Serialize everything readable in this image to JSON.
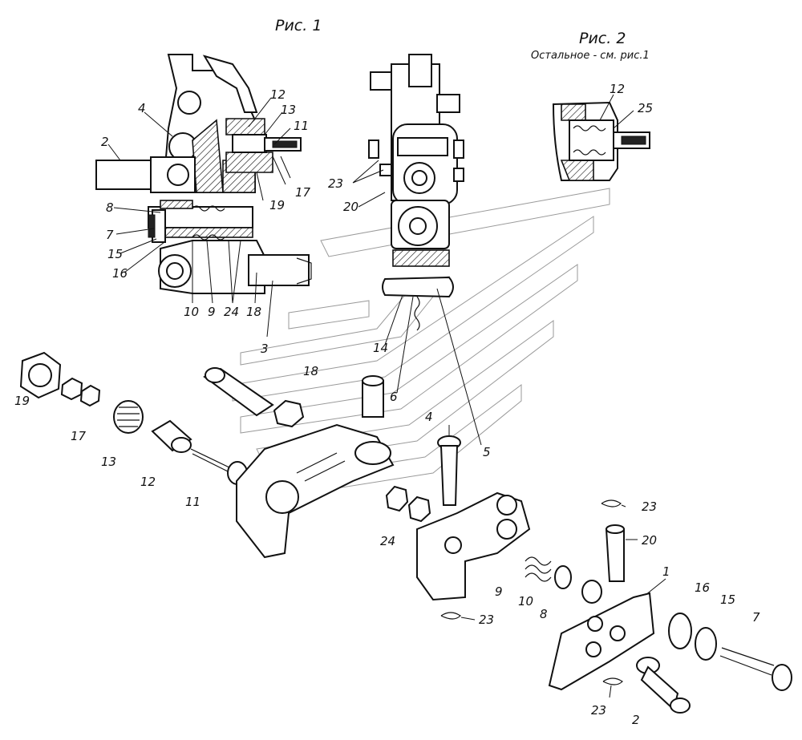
{
  "figures": {
    "fig1": {
      "title": "Рис. 1"
    },
    "fig2": {
      "title": "Рис. 2",
      "note": "Остальное - см. рис.1"
    }
  },
  "labels": [
    {
      "id": "fig1-4",
      "text": "4"
    },
    {
      "id": "fig1-2",
      "text": "2"
    },
    {
      "id": "fig1-12",
      "text": "12"
    },
    {
      "id": "fig1-13",
      "text": "13"
    },
    {
      "id": "fig1-11",
      "text": "11"
    },
    {
      "id": "fig1-17",
      "text": "17"
    },
    {
      "id": "fig1-19",
      "text": "19"
    },
    {
      "id": "fig1-8",
      "text": "8"
    },
    {
      "id": "fig1-7",
      "text": "7"
    },
    {
      "id": "fig1-15",
      "text": "15"
    },
    {
      "id": "fig1-16",
      "text": "16"
    },
    {
      "id": "fig1-10",
      "text": "10"
    },
    {
      "id": "fig1-9",
      "text": "9"
    },
    {
      "id": "fig1-24",
      "text": "24"
    },
    {
      "id": "fig1-18",
      "text": "18"
    },
    {
      "id": "mid-23",
      "text": "23"
    },
    {
      "id": "mid-20",
      "text": "20"
    },
    {
      "id": "fig2-12",
      "text": "12"
    },
    {
      "id": "fig2-25",
      "text": "25"
    },
    {
      "id": "ex-3",
      "text": "3"
    },
    {
      "id": "ex-18",
      "text": "18"
    },
    {
      "id": "ex-14",
      "text": "14"
    },
    {
      "id": "ex-6",
      "text": "6"
    },
    {
      "id": "ex-19",
      "text": "19"
    },
    {
      "id": "ex-17",
      "text": "17"
    },
    {
      "id": "ex-13",
      "text": "13"
    },
    {
      "id": "ex-12",
      "text": "12"
    },
    {
      "id": "ex-11",
      "text": "11"
    },
    {
      "id": "ex-4",
      "text": "4"
    },
    {
      "id": "ex-5",
      "text": "5"
    },
    {
      "id": "ex-24",
      "text": "24"
    },
    {
      "id": "ex-23a",
      "text": "23"
    },
    {
      "id": "ex-20",
      "text": "20"
    },
    {
      "id": "ex-9",
      "text": "9"
    },
    {
      "id": "ex-10",
      "text": "10"
    },
    {
      "id": "ex-8",
      "text": "8"
    },
    {
      "id": "ex-23b",
      "text": "23"
    },
    {
      "id": "ex-1",
      "text": "1"
    },
    {
      "id": "ex-16",
      "text": "16"
    },
    {
      "id": "ex-15",
      "text": "15"
    },
    {
      "id": "ex-7",
      "text": "7"
    },
    {
      "id": "ex-23c",
      "text": "23"
    },
    {
      "id": "ex-2",
      "text": "2"
    }
  ]
}
